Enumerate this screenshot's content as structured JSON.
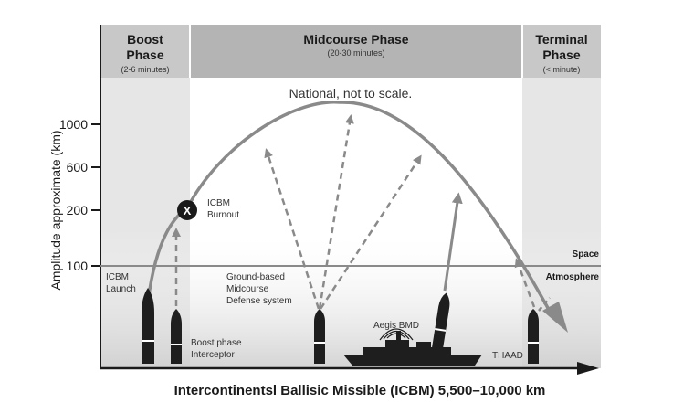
{
  "phases": {
    "boost": {
      "title_line1": "Boost",
      "title_line2": "Phase",
      "duration": "(2-6 minutes)"
    },
    "midcourse": {
      "title": "Midcourse Phase",
      "duration": "(20-30 minutes)"
    },
    "terminal": {
      "title_line1": "Terminal",
      "title_line2": "Phase",
      "duration": "(< minute)"
    }
  },
  "note": "National, not to scale.",
  "y_axis": {
    "label": "Amplitude approximate (km)",
    "ticks": [
      "1000",
      "600",
      "200",
      "100"
    ]
  },
  "x_axis": {
    "label": "Intercontinentsl Ballisic Missible (ICBM) 5,500–10,000 km"
  },
  "layers": {
    "space": "Space",
    "atmosphere": "Atmosphere"
  },
  "labels": {
    "icbm_burnout": [
      "ICBM",
      "Burnout"
    ],
    "burnout_marker": "X",
    "icbm_launch": [
      "ICBM",
      "Launch"
    ],
    "boost_interceptor": [
      "Boost phase",
      "Interceptor"
    ],
    "gmd": [
      "Ground-based",
      "Midcourse",
      "Defense system"
    ],
    "aegis": "Aegis BMD",
    "thaad": "THAAD"
  },
  "colors": {
    "header_gray": "#b4b4b4",
    "phase_column": "#e6e6e6",
    "trajectory": "#8a8a8a",
    "missile": "#1e1e1e"
  }
}
